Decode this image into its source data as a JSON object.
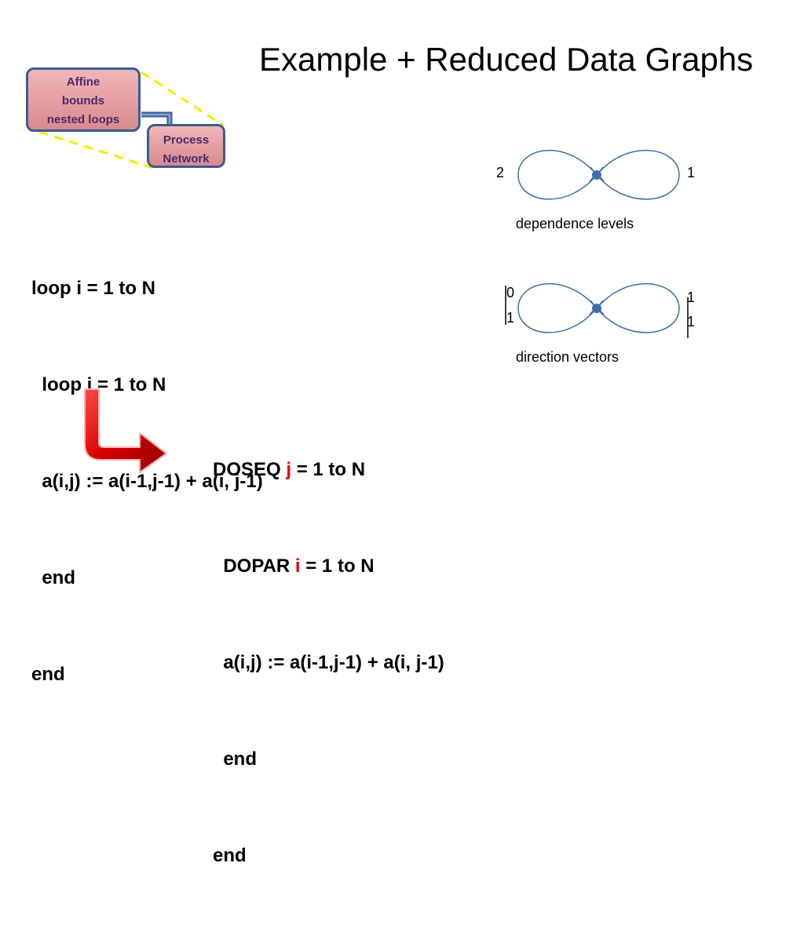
{
  "slide": {
    "title": "Example + Reduced Data Graphs"
  },
  "thumbnail": {
    "box1_lines": [
      "Affine",
      "bounds",
      "nested loops"
    ],
    "box2_lines": [
      "Process",
      "Network"
    ]
  },
  "original_loop": {
    "lines": [
      "loop i = 1 to N",
      "  loop j = 1 to N",
      "  a(i,j) := a(i-1,j-1) + a(i, j-1)",
      "  end",
      "end"
    ]
  },
  "transformed_loop": {
    "line1": {
      "prefix": "DOSEQ ",
      "var": "j",
      "suffix": " = 1 to N"
    },
    "line2": {
      "prefix": "  DOPAR ",
      "var": "i",
      "suffix": " = 1 to N"
    },
    "line3": "  a(i,j) := a(i-1,j-1) + a(i, j-1)",
    "line4": "  end",
    "line5": "end"
  },
  "dependence_levels": {
    "left_label": "2",
    "right_label": "1",
    "caption": "dependence levels"
  },
  "direction_vectors": {
    "left_vector": [
      "0",
      "1"
    ],
    "right_vector": [
      "1",
      "1"
    ],
    "caption": "direction vectors"
  },
  "colors": {
    "accent_red": "#e00000",
    "graph_blue": "#3f6ea6",
    "thumb_fill": "#e8a4a8",
    "thumb_border": "#3c5c8c",
    "dashed_yellow": "#f0f000",
    "arrow_red": "#c40000"
  }
}
